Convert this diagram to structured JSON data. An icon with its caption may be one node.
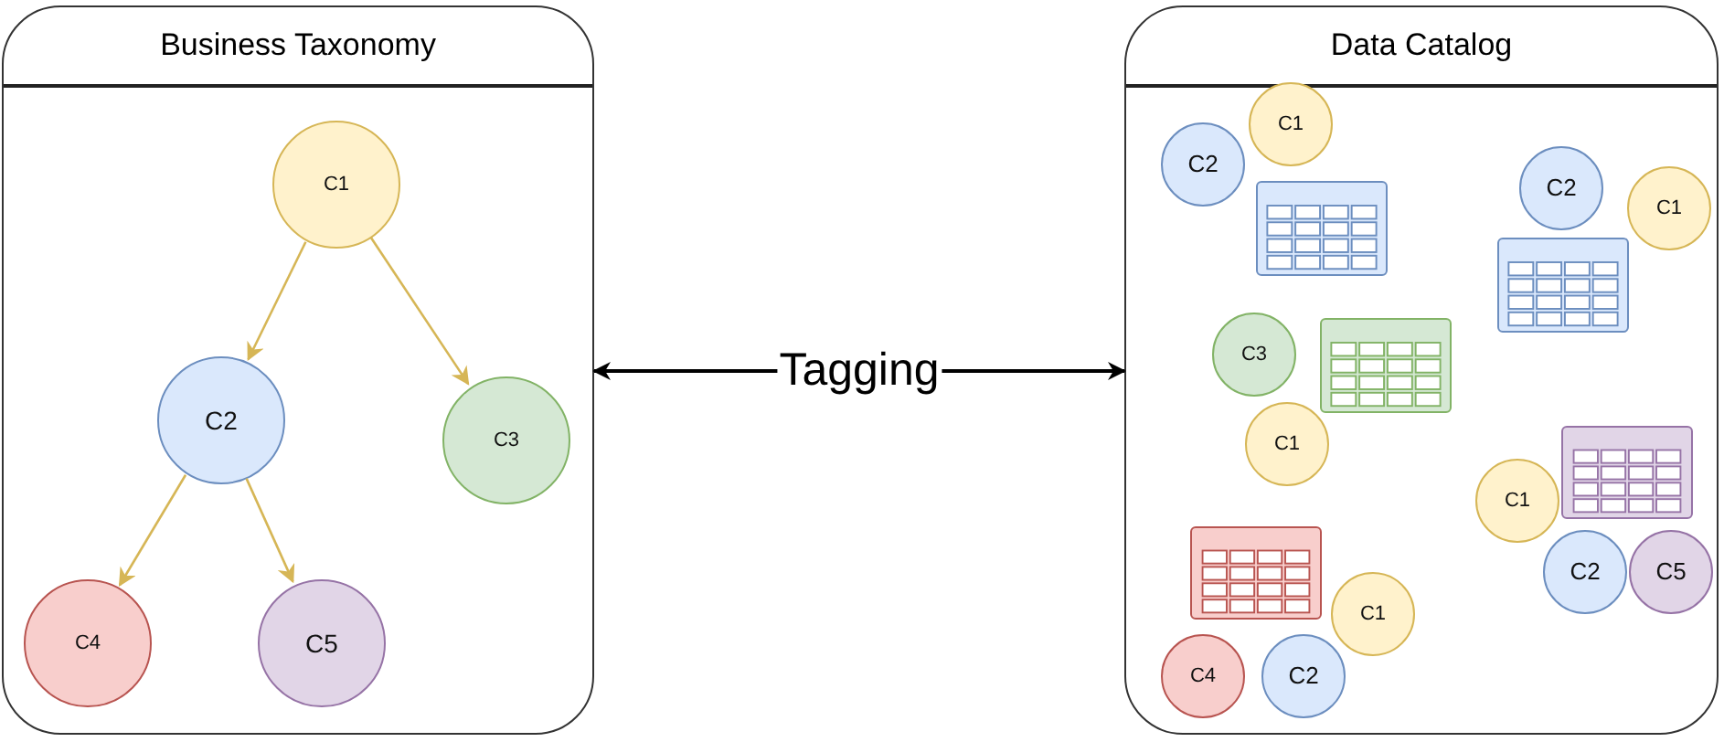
{
  "diagram": {
    "nodes": [
      {
        "text": [
          "Business Taxonomy"
        ]
      },
      {
        "text": [
          "C1"
        ],
        "in": 0
      },
      {
        "text": [
          "C2"
        ],
        "in": 0
      },
      {
        "text": [
          "C3"
        ],
        "in": 0
      },
      {
        "text": [
          "C4"
        ],
        "in": 0
      },
      {
        "text": [
          "C5"
        ],
        "in": 0
      },
      {
        "text": [
          "Data Catalog"
        ]
      },
      {
        "text": [
          "C1"
        ],
        "in": 6
      },
      {
        "text": [
          "C2"
        ],
        "in": 6
      },
      {
        "text": [
          "C2"
        ],
        "in": 6
      },
      {
        "text": [
          "C1"
        ],
        "in": 6
      },
      {
        "text": [],
        "shape": "table",
        "in": 6
      },
      {
        "text": [],
        "shape": "table",
        "in": 6
      },
      {
        "text": [
          "C3"
        ],
        "in": 6
      },
      {
        "text": [],
        "shape": "table",
        "in": 6
      },
      {
        "text": [
          "C1"
        ],
        "in": 6
      },
      {
        "text": [],
        "shape": "table",
        "in": 6
      },
      {
        "text": [
          "C1"
        ],
        "in": 6
      },
      {
        "text": [],
        "shape": "table",
        "in": 6
      },
      {
        "text": [
          "C2"
        ],
        "in": 6
      },
      {
        "text": [
          "C5"
        ],
        "in": 6
      },
      {
        "text": [
          "C1"
        ],
        "in": 6
      },
      {
        "text": [
          "C4"
        ],
        "in": 6
      },
      {
        "text": [
          "C2"
        ],
        "in": 6
      }
    ],
    "edges": [
      {
        "from": 1,
        "to": 2,
        "arrow": "to"
      },
      {
        "from": 1,
        "to": 3,
        "arrow": "to"
      },
      {
        "from": 2,
        "to": 4,
        "arrow": "to"
      },
      {
        "from": 2,
        "to": 5,
        "arrow": "to"
      },
      {
        "from": 0,
        "to": 6,
        "arrow": "both",
        "label": "Tagging",
        "color": "#000000"
      }
    ]
  }
}
